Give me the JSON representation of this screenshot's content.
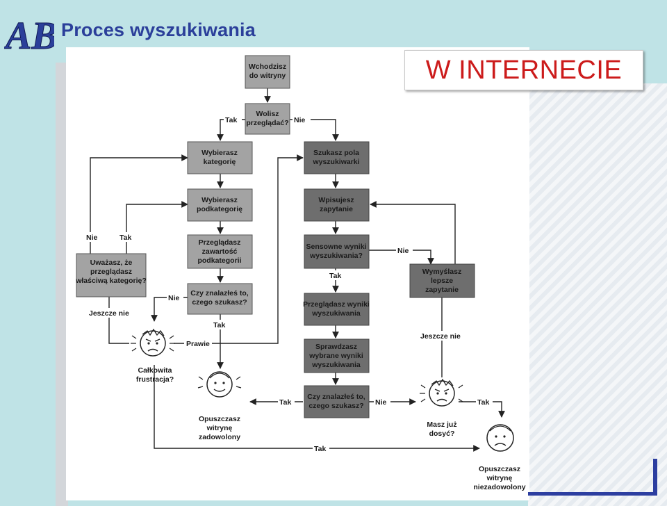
{
  "header": {
    "logo_text": "AB",
    "title": "Proces wyszukiwania",
    "banner": "W INTERNECIE"
  },
  "colors": {
    "title": "#2b3f9a",
    "banner_text": "#cc1b1b",
    "accent_bar": "#2c3ea0",
    "background": "#bfe3e6"
  },
  "diagram": {
    "boxes": {
      "enter": [
        "Wchodzisz",
        "do witryny"
      ],
      "browse": [
        "Wolisz",
        "przeglądać?"
      ],
      "category": [
        "Wybierasz",
        "kategorię"
      ],
      "subcategory": [
        "Wybierasz",
        "podkategorię"
      ],
      "browse_content": [
        "Przeglądasz",
        "zawartość",
        "podkategorii"
      ],
      "found_left": [
        "Czy znalazłeś to,",
        "czego szukasz?"
      ],
      "right_category": [
        "Uważasz, że",
        "przeglądasz",
        "właściwą kategorię?"
      ],
      "search_field": [
        "Szukasz pola",
        "wyszukiwarki"
      ],
      "type_query": [
        "Wpisujesz",
        "zapytanie"
      ],
      "sensible": [
        "Sensowne wyniki",
        "wyszukiwania?"
      ],
      "better_query": [
        "Wymyślasz",
        "lepsze",
        "zapytanie"
      ],
      "browse_results": [
        "Przeglądasz wyniki",
        "wyszukiwania"
      ],
      "check_results": [
        "Sprawdzasz",
        "wybrane wyniki",
        "wyszukiwania"
      ],
      "found_right": [
        "Czy znalazłeś to,",
        "czego szukasz?"
      ]
    },
    "outcomes": {
      "frustration": [
        "Całkowita",
        "frustracja?"
      ],
      "satisfied": [
        "Opuszczasz",
        "witrynę",
        "zadowolony"
      ],
      "enough": [
        "Masz już",
        "dosyć?"
      ],
      "unsatisfied": [
        "Opuszczasz",
        "witrynę",
        "niezadowolony"
      ]
    },
    "labels": {
      "tak": "Tak",
      "nie": "Nie",
      "prawie": "Prawie",
      "jeszcze_nie": "Jeszcze nie"
    }
  }
}
